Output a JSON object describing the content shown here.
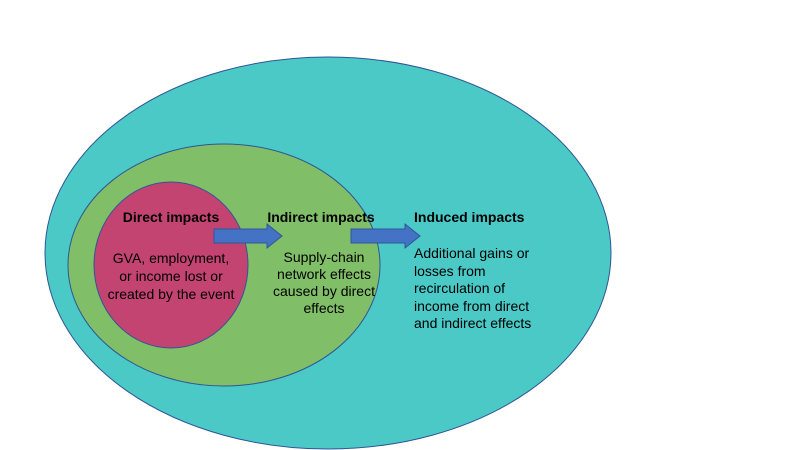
{
  "colors": {
    "induced_fill": "#4ac9c6",
    "indirect_fill": "#80bf68",
    "direct_fill": "#c44471",
    "outline": "#2f5597",
    "arrow_fill": "#4472c4",
    "arrow_stroke": "#2f5597"
  },
  "direct": {
    "title": "Direct impacts",
    "description": "GVA, employment,\nor income lost or\ncreated by the event"
  },
  "indirect": {
    "title": "Indirect impacts",
    "description": "Supply-chain\nnetwork effects\ncaused by direct\neffects"
  },
  "induced": {
    "title": "Induced impacts",
    "description": "Additional gains or\nlosses from\nrecirculation of\nincome from direct\nand indirect effects"
  },
  "arrows": [
    {
      "name": "direct-to-indirect-arrow",
      "icon": "right-arrow-icon"
    },
    {
      "name": "indirect-to-induced-arrow",
      "icon": "right-arrow-icon"
    }
  ]
}
